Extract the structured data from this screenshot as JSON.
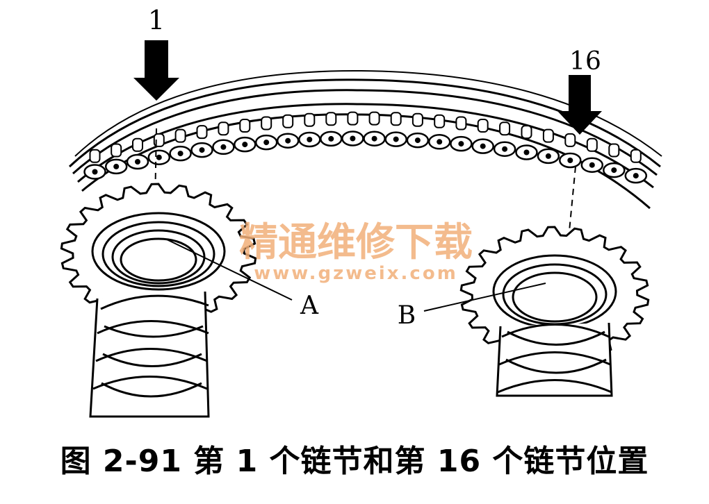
{
  "figure": {
    "link_marker_left": "1",
    "link_marker_right": "16",
    "label_a": "A",
    "label_b": "B"
  },
  "watermark": {
    "text_cn": "精通维修下载",
    "url": "www.gzweix.com",
    "color": "#f2b07a"
  },
  "caption": "图 2-91   第 1 个链节和第 16 个链节位置",
  "colors": {
    "ink": "#000000",
    "paper": "#ffffff"
  }
}
